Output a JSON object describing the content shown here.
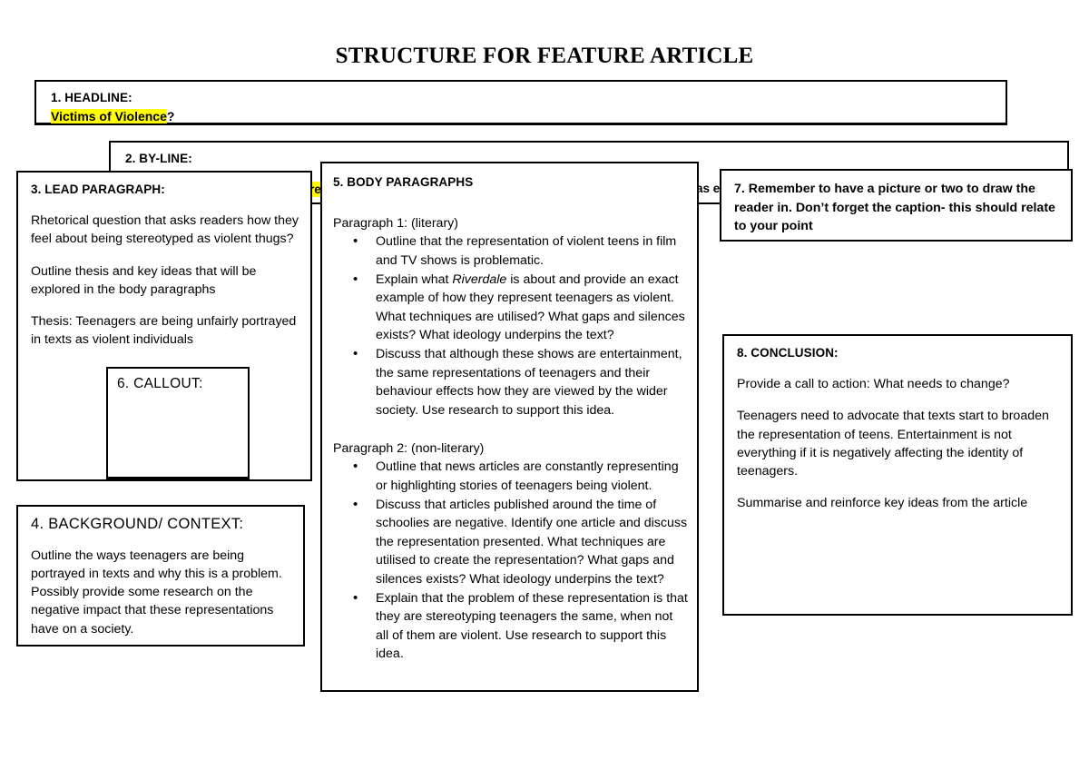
{
  "page": {
    "title": "STRUCTURE FOR FEATURE ARTICLE",
    "highlight_color": "#ffff00",
    "border_color": "#000000",
    "background_color": "#ffffff"
  },
  "headline": {
    "label": "1. HEADLINE:",
    "value_highlighted": "Victims of Violence",
    "value_suffix": "?"
  },
  "byline": {
    "label": "2. BY-LINE:"
  },
  "obscured_fragments": {
    "left": "re",
    "right": "as e"
  },
  "lead": {
    "label": "3. LEAD PARAGRAPH:",
    "paragraphs": [
      "Rhetorical question that asks readers how they feel about being stereotyped as violent thugs?",
      "Outline thesis and key ideas that will be explored in the body paragraphs",
      "Thesis: Teenagers are being unfairly portrayed in texts as violent individuals"
    ]
  },
  "callout": {
    "label": "6. CALLOUT:"
  },
  "background": {
    "label": "4. BACKGROUND/ CONTEXT:",
    "paragraphs": [
      "Outline the ways teenagers are being portrayed in texts and why this is a problem. Possibly provide some research on the negative impact that these representations have on a society."
    ]
  },
  "body": {
    "label": "5. BODY PARAGRAPHS",
    "paragraph1": {
      "heading": "Paragraph 1: (literary)",
      "bullets": [
        {
          "before": "Outline that the representation of violent teens in film and TV shows is problematic.",
          "italic": "",
          "after": ""
        },
        {
          "before": "Explain what ",
          "italic": "Riverdale",
          "after": " is about and provide an exact example of how they represent teenagers as violent. What techniques are utilised? What gaps and silences exists? What ideology underpins the text?"
        },
        {
          "before": "Discuss that although these shows are entertainment, the same representations of teenagers and their behaviour effects how they are viewed by the wider society. Use research to support this idea.",
          "italic": "",
          "after": ""
        }
      ]
    },
    "paragraph2": {
      "heading": "Paragraph 2: (non-literary)",
      "bullets": [
        {
          "before": "Outline that news articles are constantly representing or highlighting stories of teenagers being violent.",
          "italic": "",
          "after": ""
        },
        {
          "before": "Discuss that articles published around the time of schoolies are negative. Identify one article and discuss the representation presented. What techniques are utilised to create the representation? What gaps and silences exists? What ideology underpins the text?",
          "italic": "",
          "after": ""
        },
        {
          "before": "Explain that the problem of these representation is that they are stereotyping teenagers the same, when not all of them are violent. Use research to support this idea.",
          "italic": "",
          "after": ""
        }
      ]
    }
  },
  "picture": {
    "text": "7. Remember to have a picture or two to draw the reader in. Don’t forget the caption- this should relate to your point"
  },
  "conclusion": {
    "label": "8. CONCLUSION:",
    "paragraphs": [
      "Provide a call to action: What needs to change?",
      "Teenagers need to advocate that texts start to broaden the representation of teens. Entertainment is not everything if it is negatively affecting the identity of teenagers.",
      "Summarise and reinforce key ideas from the article"
    ]
  }
}
